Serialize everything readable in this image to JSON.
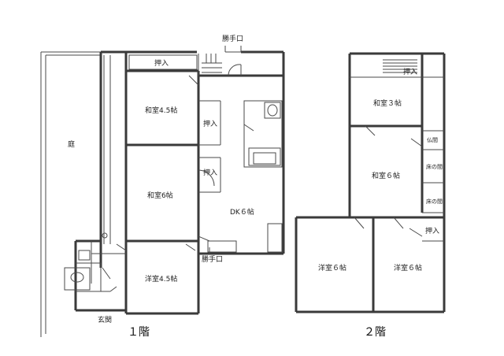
{
  "floor1": {
    "title": "１階",
    "rooms": {
      "niwa": "庭",
      "washitsu45": "和室4.5帖",
      "washitsu6": "和室6帖",
      "youshitsu45": "洋室4.5帖",
      "dk6": "DK６帖",
      "oshiire_top": "押入",
      "oshiire_mid": "押入",
      "oshiire_low": "押入",
      "genkan": "玄関",
      "katteguchi_top": "勝手口",
      "katteguchi_bottom": "勝手口"
    }
  },
  "floor2": {
    "title": "２階",
    "rooms": {
      "washitsu3": "和室３帖",
      "washitsu6": "和室６帖",
      "youshitsu6_left": "洋室６帖",
      "youshitsu6_right": "洋室６帖",
      "oshiire_top": "押入",
      "oshiire_low": "押入",
      "hojitsu": "仏間",
      "tokonoma_a": "床の間",
      "tokonoma_b": "床の間"
    }
  }
}
